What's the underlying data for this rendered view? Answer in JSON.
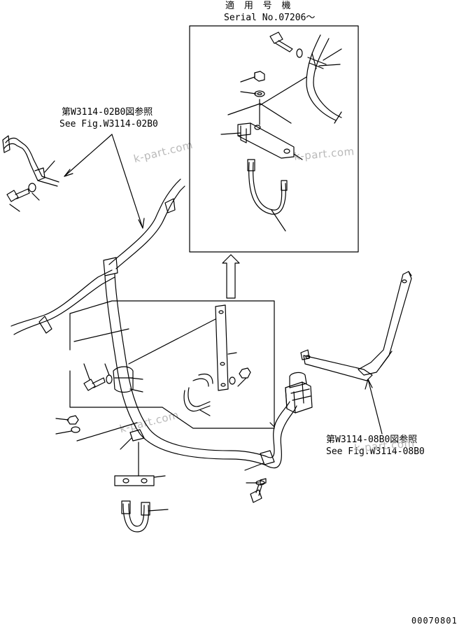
{
  "inset": {
    "applicable_jp": "適 用 号 機",
    "serial": "Serial No.07206～"
  },
  "ref_upper": {
    "jp": "第W3114-02B0図参照",
    "en": "See Fig.W3114-02B0"
  },
  "ref_lower": {
    "jp": "第W3114-08B0図参照",
    "en": "See Fig.W3114-08B0"
  },
  "watermarks": [
    "k-part.com",
    "k-part.com",
    "k-part.com",
    "k-part.com"
  ],
  "drawing_number": "00070801",
  "colors": {
    "line": "#000000",
    "watermark": "#b9b9b9",
    "background": "#ffffff"
  }
}
